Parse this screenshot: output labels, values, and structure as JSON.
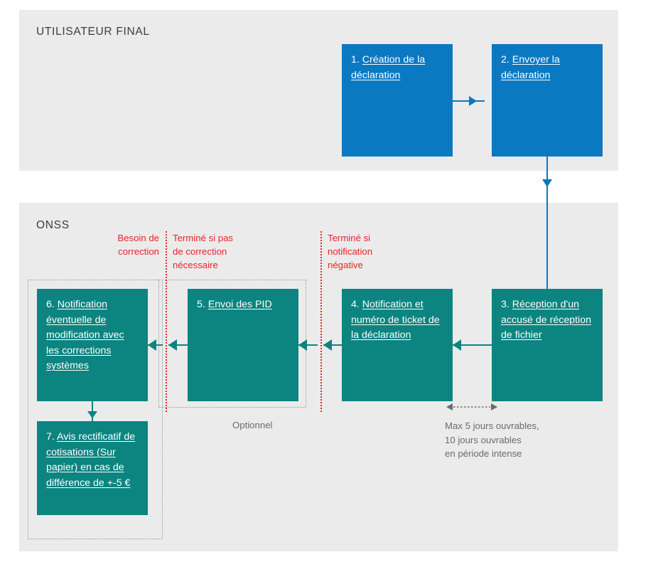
{
  "lanes": [
    {
      "id": "utilisateur-final",
      "title": "UTILISATEUR FINAL"
    },
    {
      "id": "onss",
      "title": "ONSS"
    }
  ],
  "nodes": [
    {
      "id": "node-1",
      "num": "1.",
      "label": "Création de la déclaration",
      "color": "#0b78c2",
      "lane": "utilisateur-final"
    },
    {
      "id": "node-2",
      "num": "2.",
      "label": "Envoyer la déclaration",
      "color": "#0b78c2",
      "lane": "utilisateur-final"
    },
    {
      "id": "node-3",
      "num": "3.",
      "label": "Réception d'un accusé de réception de fichier",
      "color": "#0c8480",
      "lane": "onss"
    },
    {
      "id": "node-4",
      "num": "4.",
      "label": "Notification et numéro de ticket de la déclaration",
      "color": "#0c8480",
      "lane": "onss"
    },
    {
      "id": "node-5",
      "num": "5.",
      "label": "Envoi des PID",
      "color": "#0c8480",
      "lane": "onss"
    },
    {
      "id": "node-6",
      "num": "6.",
      "label": "Notification éventuelle de modification avec les corrections systèmes",
      "color": "#0c8480",
      "lane": "onss"
    },
    {
      "id": "node-7",
      "num": "7.",
      "label": "Avis rectificatif de cotisations (Sur papier) en cas de différence de +-5 €",
      "color": "#0c8480",
      "lane": "onss"
    }
  ],
  "decision_labels": [
    {
      "id": "besoin-de-correction",
      "text": "Besoin de\ncorrection",
      "color": "#e8232a"
    },
    {
      "id": "termine-si-pas-de-correction",
      "text": "Terminé si pas\nde correction\nnécessaire",
      "color": "#e8232a"
    },
    {
      "id": "termine-si-notification-negative",
      "text": "Terminé si\nnotification\nnégative",
      "color": "#e8232a"
    }
  ],
  "annotations": [
    {
      "id": "optionnel",
      "text": "Optionnel",
      "color": "#6b6b6b"
    },
    {
      "id": "delai-traitement",
      "text": "Max 5 jours ouvrables,\n10 jours ouvrables\nen période intense",
      "color": "#6b6b6b"
    }
  ],
  "palette": {
    "blue": "#0b78c2",
    "teal": "#0c8480",
    "red": "#e8232a",
    "lane_background": "#ebebeb",
    "page_background": "#ffffff",
    "grey_text": "#6b6b6b",
    "frame_border": "#9a9a9a"
  }
}
